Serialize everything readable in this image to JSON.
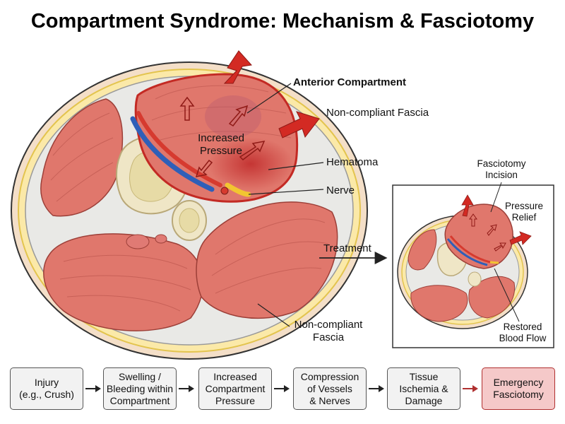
{
  "title": "Compartment Syndrome: Mechanism & Fasciotomy",
  "labels": {
    "anterior_compartment": "Anterior Compartment",
    "fascia_top": "Non-compliant Fascia",
    "increased_pressure_1": "Increased",
    "increased_pressure_2": "Pressure",
    "hematoma": "Hematoma",
    "nerve": "Nerve",
    "treatment": "Treatment",
    "fascia_bottom_1": "Non-compliant",
    "fascia_bottom_2": "Fascia",
    "fasciotomy_1": "Fasciotomy",
    "fasciotomy_2": "Incision",
    "pressure_relief_1": "Pressure",
    "pressure_relief_2": "Relief",
    "restored_1": "Restored",
    "restored_2": "Blood Flow"
  },
  "flow_steps": [
    {
      "line1": "Injury",
      "line2": "(e.g., Crush)",
      "line3": ""
    },
    {
      "line1": "Swelling /",
      "line2": "Bleeding within",
      "line3": "Compartment"
    },
    {
      "line1": "Increased",
      "line2": "Compartment",
      "line3": "Pressure"
    },
    {
      "line1": "Compression",
      "line2": "of Vessels",
      "line3": "& Nerves"
    },
    {
      "line1": "Tissue",
      "line2": "Ischemia &",
      "line3": "Damage"
    },
    {
      "line1": "Emergency",
      "line2": "Fasciotomy",
      "line3": ""
    }
  ],
  "colors": {
    "muscle": "#e0776c",
    "muscle_dark": "#c9584f",
    "fascia": "#f3e9dc",
    "bone": "#efe6c6",
    "artery": "#d63a2f",
    "vein": "#2f5fb8",
    "nerve": "#f2c531",
    "arrow_red": "#d32a23",
    "alert_box": "#f5c9c9"
  }
}
